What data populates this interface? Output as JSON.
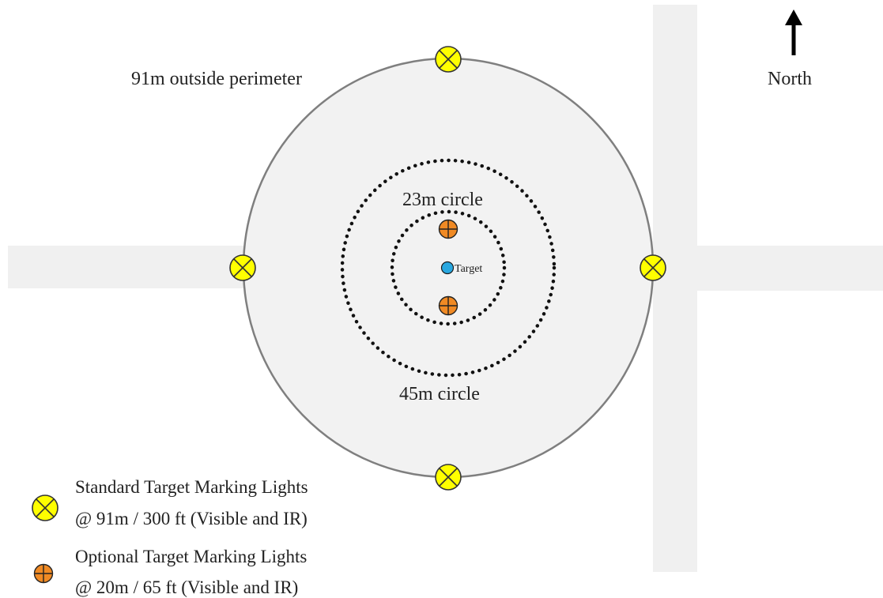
{
  "diagram": {
    "labels": {
      "perimeter": "91m outside perimeter",
      "circle_23": "23m circle",
      "circle_45": "45m circle",
      "target": "Target",
      "north": "North"
    },
    "legend": [
      {
        "icon": "standard-light-icon",
        "line1": "Standard Target Marking Lights",
        "line2": "@ 91m / 300 ft (Visible and IR)"
      },
      {
        "icon": "optional-light-icon",
        "line1": "Optional Target Marking Lights",
        "line2": "@ 20m / 65 ft (Visible and IR)"
      }
    ],
    "colors": {
      "road": "#f0f0f0",
      "perimeter_fill": "#f2f2f2",
      "perimeter_stroke": "#7f7f7f",
      "standard_light": "#ffff00",
      "optional_light": "#f08a24",
      "target": "#29a8e0",
      "dotted_ring": "#111111"
    }
  }
}
